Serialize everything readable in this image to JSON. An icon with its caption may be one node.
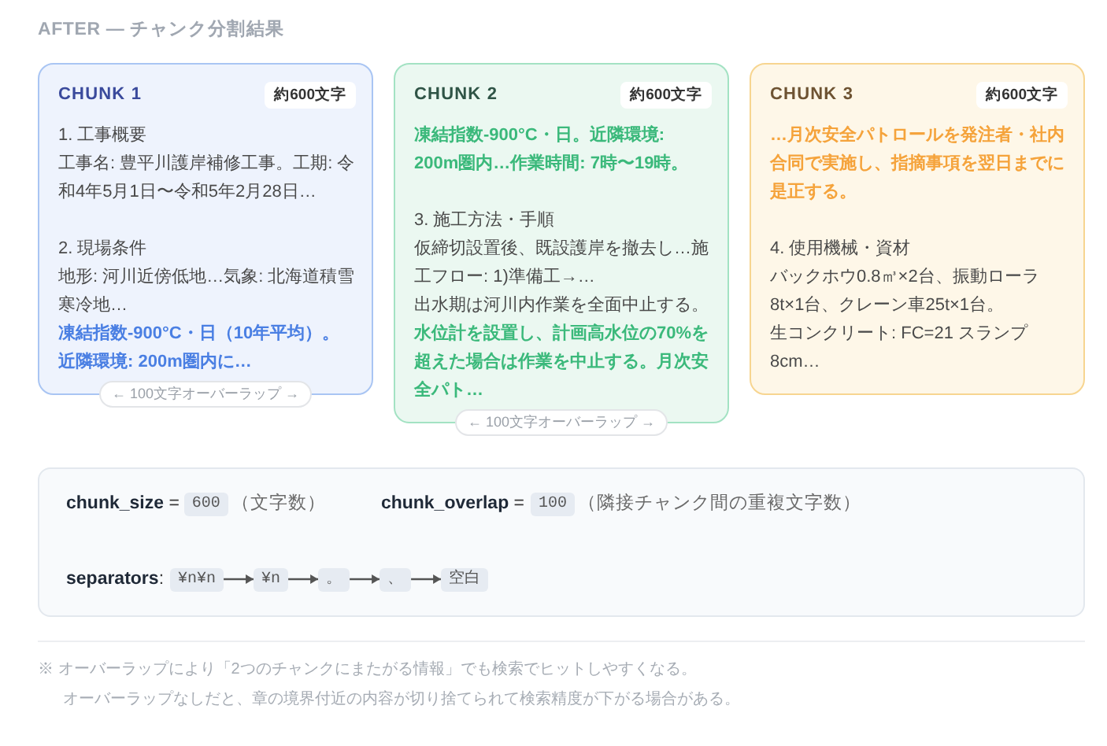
{
  "diagram": {
    "title": "AFTER — チャンク分割結果",
    "nodes": [
      {
        "text": [
          "CHUNK 1",
          "1. 工事概要",
          "工事名: 豊平川護岸補修工事。工期: 令和4年5月1日〜令和5年2月28日…",
          "2. 現場条件",
          "地形: 河川近傍低地…気象: 北海道積雪寒冷地…",
          "凍結指数-900°C・日（10年平均）。近隣環境: 200m圏内に…"
        ]
      },
      {
        "text": [
          "約600文字"
        ],
        "in": 0
      },
      {
        "text": [
          "← 100文字オーバーラップ →"
        ]
      },
      {
        "text": [
          "CHUNK 2",
          "凍結指数-900°C・日。近隣環境: 200m圏内…作業時間: 7時〜19時。",
          "3. 施工方法・手順",
          "仮締切設置後、既設護岸を撤去し…施工フロー: 1)準備工→…",
          "出水期は河川内作業を全面中止する。",
          "水位計を設置し、計画高水位の70%を超えた場合は作業を中止する。月次安全パト…"
        ]
      },
      {
        "text": [
          "約600文字"
        ],
        "in": 3
      },
      {
        "text": [
          "← 100文字オーバーラップ →"
        ]
      },
      {
        "text": [
          "CHUNK 3",
          "…月次安全パトロールを発注者・社内合同で実施し、指摘事項を翌日までに是正する。",
          "4. 使用機械・資材",
          "バックホウ0.8㎥×2台、振動ローラ8t×1台、クレーン車25t×1台。",
          "生コンクリート: FC=21 スランプ8cm…"
        ]
      },
      {
        "text": [
          "約600文字"
        ],
        "in": 6
      },
      {
        "text": [
          "**chunk_size** =",
          "（文字数）",
          "**chunk_overlap** =",
          "（隣接チャンク間の重複文字数）",
          "**separators**:"
        ]
      },
      {
        "text": [
          "600"
        ],
        "in": 8
      },
      {
        "text": [
          "100"
        ],
        "in": 8
      },
      {
        "text": [
          "¥n¥n"
        ],
        "in": 8
      },
      {
        "text": [
          "¥n"
        ],
        "in": 8
      },
      {
        "text": [
          "。"
        ],
        "in": 8
      },
      {
        "text": [
          "、"
        ],
        "in": 8
      },
      {
        "text": [
          "空白"
        ],
        "in": 8
      }
    ],
    "edges": [
      {
        "from": 11,
        "to": 12,
        "arrow": "to"
      },
      {
        "from": 12,
        "to": 13,
        "arrow": "to"
      },
      {
        "from": 13,
        "to": 14,
        "arrow": "to"
      },
      {
        "from": 14,
        "to": 15,
        "arrow": "to"
      }
    ],
    "labels": [
      "※ オーバーラップにより「2つのチャンクにまたがる情報」でも検索でヒットしやすくなる。",
      "オーバーラップなしだと、章の境界付近の内容が切り捨てられて検索精度が下がる場合がある。"
    ]
  }
}
